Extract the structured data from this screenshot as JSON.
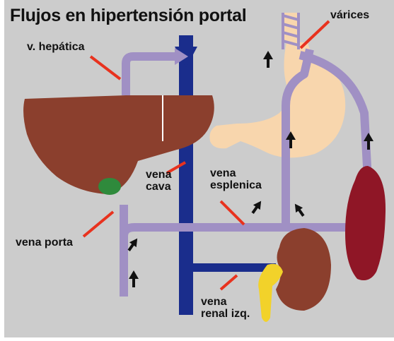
{
  "title": "Flujos en hipertensión portal",
  "labels": {
    "hepatica": "v. hepática",
    "varices": "várices",
    "vena_cava": [
      "vena",
      "cava"
    ],
    "esplenica": [
      "vena",
      "esplenica"
    ],
    "porta": "vena porta",
    "renal": [
      "vena",
      "renal izq."
    ]
  },
  "icons": [
    "liver",
    "gallbladder",
    "stomach",
    "spleen",
    "kidney",
    "ureter",
    "flow-arrow"
  ],
  "colors": {
    "background": "#cccccc",
    "liver": "#8b3f2d",
    "stomach": "#f8d6ad",
    "spleen": "#8f1626",
    "kidney": "#8b3f2d",
    "gallbladder": "#2f8a3c",
    "ureter": "#f2d22a",
    "portal_vessels": "#a090c4",
    "vena_cava": "#1a2d8c",
    "pointer_lines": "#e8321e",
    "arrows": "#111111"
  }
}
